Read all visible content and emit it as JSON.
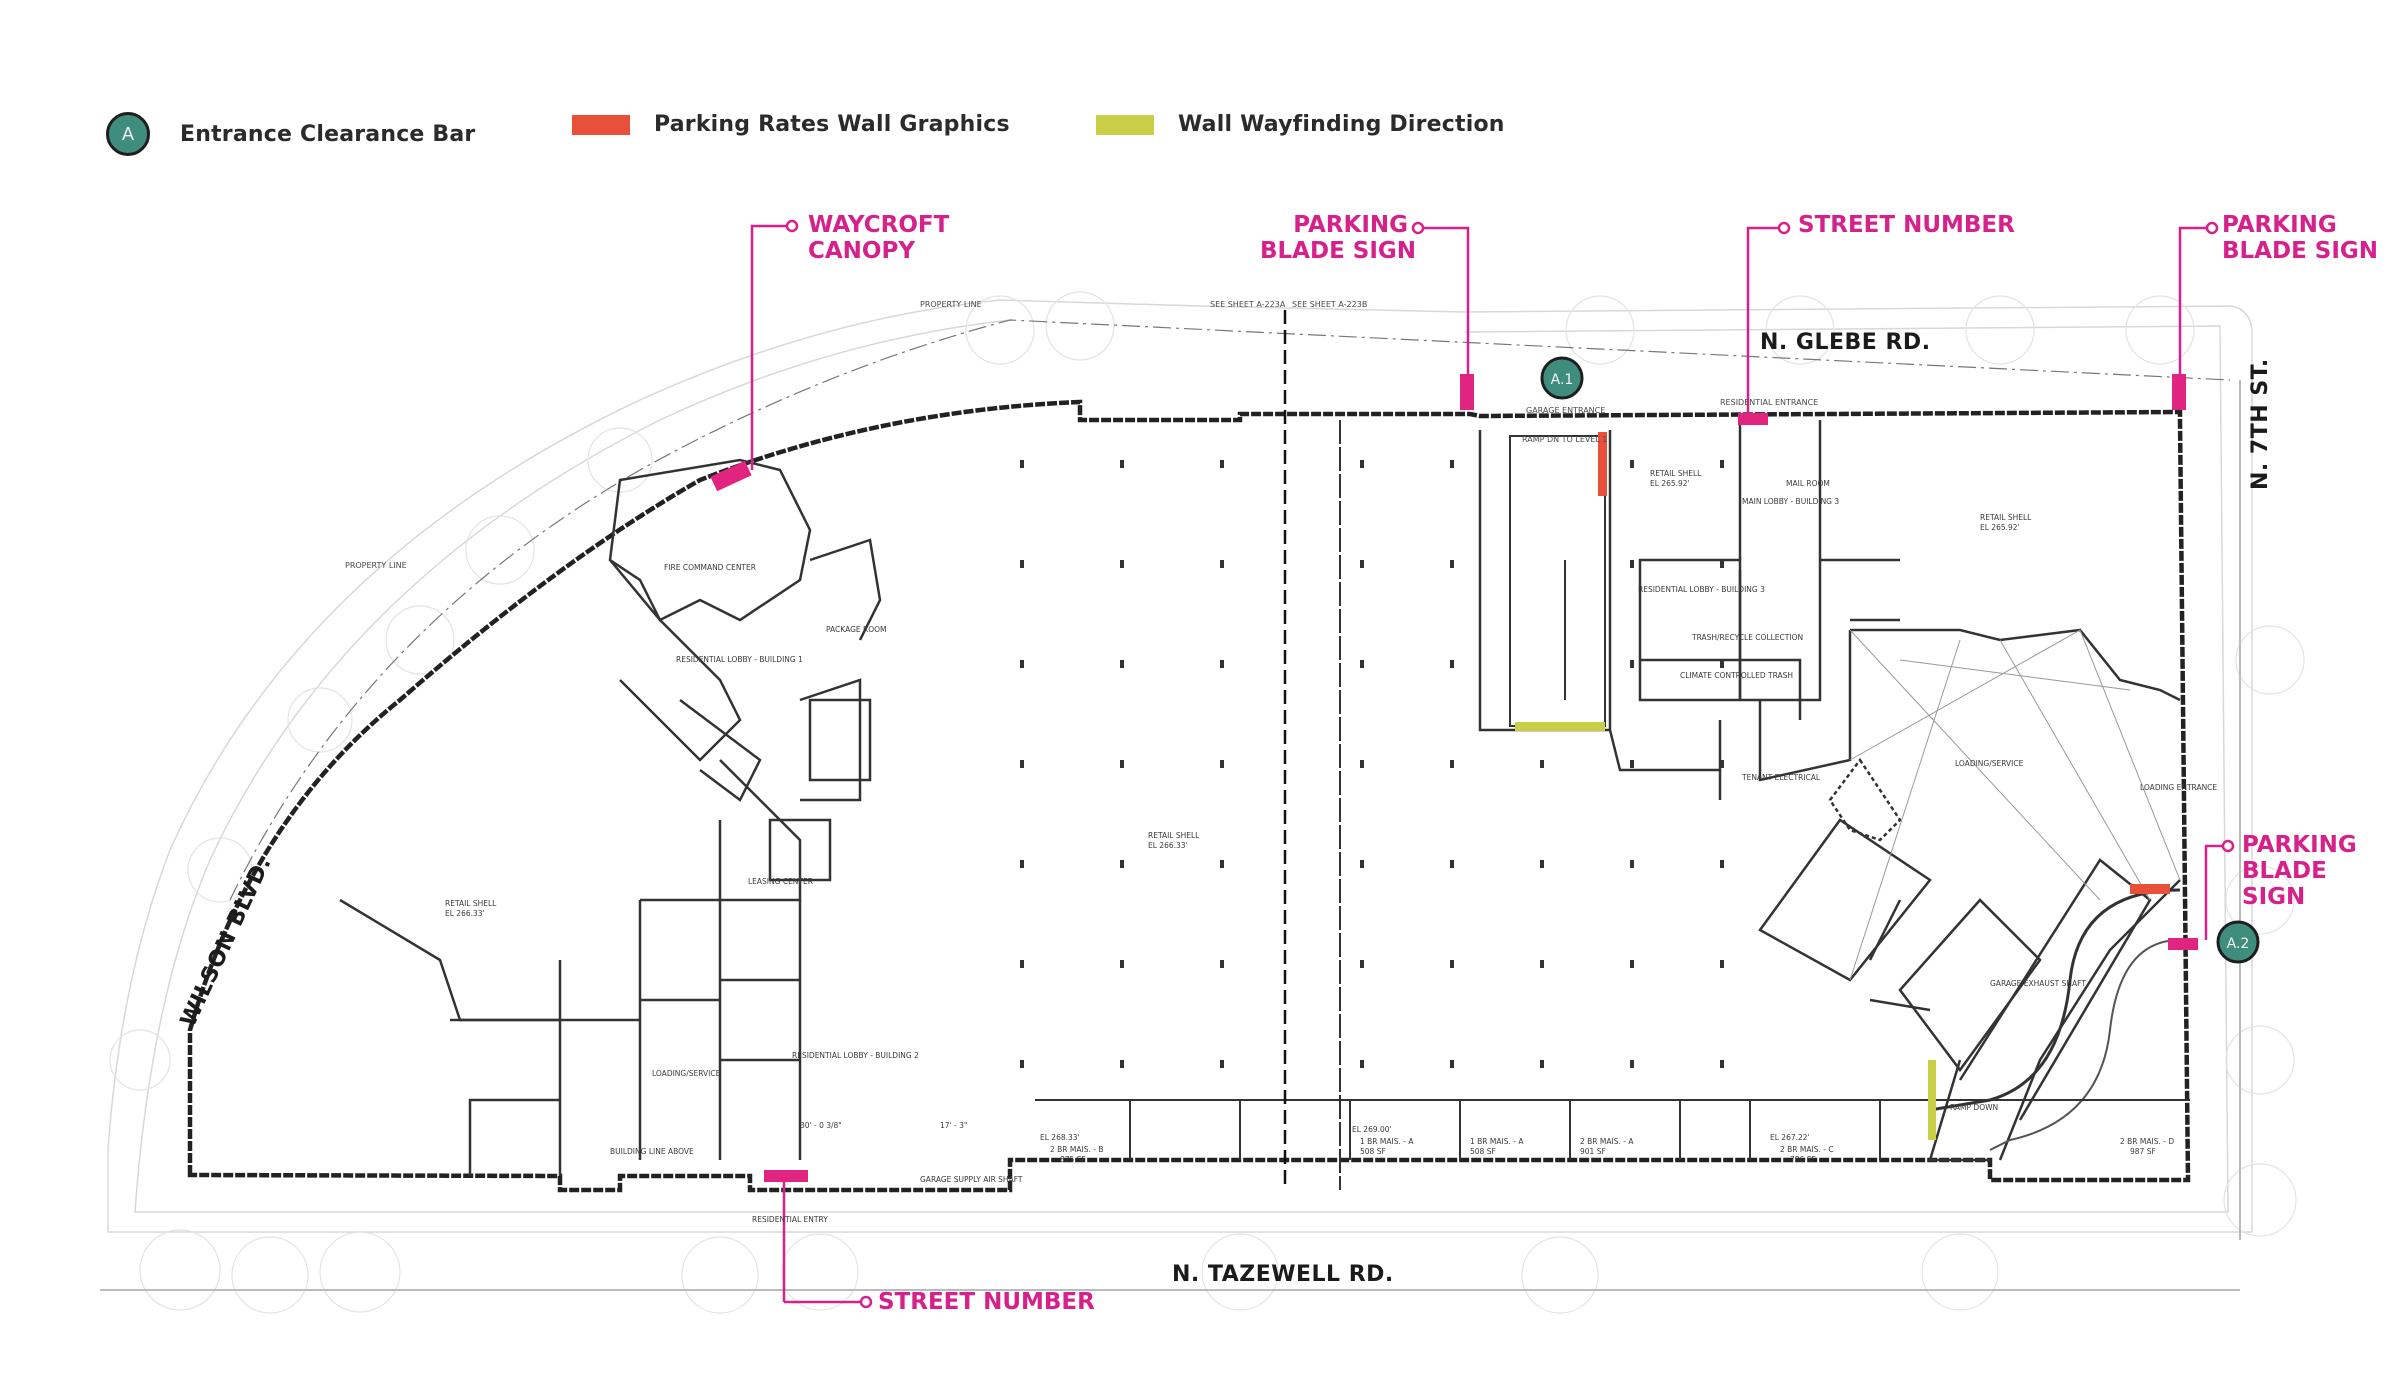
{
  "legend": {
    "entrance_letter": "A",
    "entrance_label": "Entrance Clearance Bar",
    "rates_label": "Parking Rates Wall Graphics",
    "wayfinding_label": "Wall Wayfinding Direction",
    "colors": {
      "teal": "#3f8e7d",
      "rates": "#e8503a",
      "wayfinding": "#c8cf47",
      "callout": "#d6208b"
    }
  },
  "callouts": {
    "waycroft_1": "WAYCROFT",
    "waycroft_2": "CANOPY",
    "blade_top_1": "PARKING",
    "blade_top_2": "BLADE SIGN",
    "street_top": "STREET NUMBER",
    "blade_right_1": "PARKING",
    "blade_right_2": "BLADE SIGN",
    "blade_side_1": "PARKING",
    "blade_side_2": "BLADE",
    "blade_side_3": "SIGN",
    "street_bottom": "STREET NUMBER"
  },
  "markers": {
    "a1": "A.1",
    "a2": "A.2"
  },
  "streets": {
    "glebe": "N. GLEBE RD.",
    "seventh": "N. 7TH ST.",
    "wilson": "WILSON BLVD.",
    "tazewell": "N. TAZEWELL RD."
  },
  "plan_labels": {
    "property_line_top": "PROPERTY LINE",
    "property_line_left": "PROPERTY LINE",
    "see_sheet_a": "SEE SHEET A-223A",
    "see_sheet_b": "SEE SHEET A-223B",
    "garage_entrance": "GARAGE ENTRANCE",
    "ramp_up": "RAMP DN TO LEVEL 1",
    "residential_entrance": "RESIDENTIAL ENTRANCE",
    "retail_shell_main": "RETAIL SHELL",
    "retail_shell_main_el": "EL 266.33'",
    "retail_shell_left": "RETAIL SHELL",
    "retail_shell_left_el": "EL 266.33'",
    "retail_shell_ne": "RETAIL SHELL",
    "retail_shell_ne_el": "EL 265.92'",
    "retail_shell_n": "RETAIL SHELL",
    "retail_shell_n_el": "EL 265.92'",
    "loading_service_r": "LOADING/SERVICE",
    "loading_service_l": "LOADING/SERVICE",
    "leasing_center": "LEASING CENTER",
    "package_room": "PACKAGE ROOM",
    "fire_command": "FIRE COMMAND CENTER",
    "residential_lobby_1": "RESIDENTIAL LOBBY - BUILDING 1",
    "residential_lobby_2": "RESIDENTIAL LOBBY - BUILDING 2",
    "residential_lobby_3": "RESIDENTIAL LOBBY - BUILDING 3",
    "main_lobby_3": "MAIN LOBBY - BUILDING 3",
    "mail_room": "MAIL ROOM",
    "trash_recycle": "TRASH/RECYCLE COLLECTION",
    "climate_trash": "CLIMATE CONTROLLED TRASH",
    "tenant_electrical": "TENANT ELECTRICAL",
    "loading_entrance": "LOADING ENTRANCE",
    "garage_exhaust": "GARAGE EXHAUST SHAFT",
    "ramp_down": "RAMP DOWN",
    "garage_supply": "GARAGE SUPPLY AIR SHAFT",
    "residential_entry": "RESIDENTIAL ENTRY",
    "building_line": "BUILDING LINE ABOVE",
    "dim_1": "17' - 3\"",
    "dim_2": "30' - 0 3/8\"",
    "unit_b": "2 BR MAIS. - B",
    "unit_b_sf": "875 SF",
    "unit_a1": "1 BR MAIS. - A",
    "unit_a1_sf": "508 SF",
    "unit_a2": "1 BR MAIS. - A",
    "unit_a2_sf": "508 SF",
    "unit_a3": "2 BR MAIS. - A",
    "unit_a3_sf": "901 SF",
    "unit_c": "2 BR MAIS. - C",
    "unit_c_sf": "786 SF",
    "unit_d": "2 BR MAIS. - D",
    "unit_d_sf": "987 SF",
    "el_a": "EL 268.33'",
    "el_b": "EL 269.00'",
    "el_c": "EL 267.22'"
  }
}
